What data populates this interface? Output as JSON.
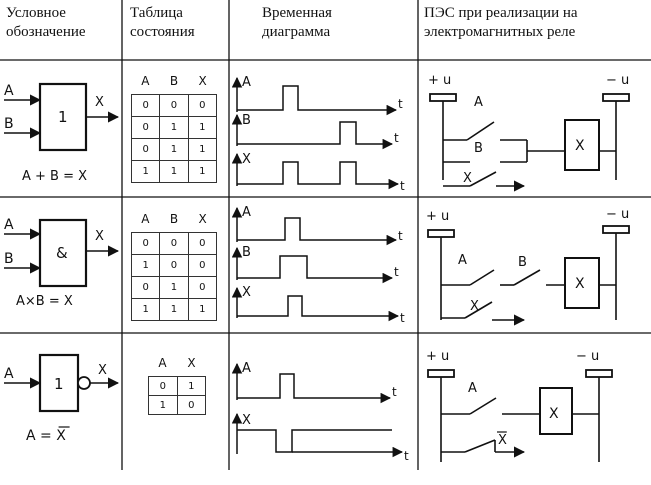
{
  "headers": {
    "col1": [
      "Условное",
      "обозначение"
    ],
    "col2": [
      "Таблица",
      "состояния"
    ],
    "col3": [
      "Временная",
      "диаграмма"
    ],
    "col4": [
      "ПЭС при реализации на",
      "электромагнитных реле"
    ]
  },
  "gates": [
    {
      "inputs": [
        "A",
        "B"
      ],
      "output": "X",
      "symbol": "1",
      "formula": "A + B = X",
      "table": {
        "columns": [
          "A",
          "B",
          "X"
        ],
        "rows": [
          [
            "0",
            "0",
            "0"
          ],
          [
            "0",
            "1",
            "1"
          ],
          [
            "0",
            "1",
            "1"
          ],
          [
            "1",
            "1",
            "1"
          ]
        ]
      },
      "timing": [
        "A",
        "B",
        "X"
      ],
      "time_axis": "t",
      "relay": {
        "plus": "+ u",
        "minus": "− u",
        "contacts": [
          "A",
          "B",
          "X"
        ],
        "coil": "X"
      }
    },
    {
      "inputs": [
        "A",
        "B"
      ],
      "output": "X",
      "symbol": "&",
      "formula": "A×B = X",
      "table": {
        "columns": [
          "A",
          "B",
          "X"
        ],
        "rows": [
          [
            "0",
            "0",
            "0"
          ],
          [
            "1",
            "0",
            "0"
          ],
          [
            "0",
            "1",
            "0"
          ],
          [
            "1",
            "1",
            "1"
          ]
        ]
      },
      "timing": [
        "A",
        "B",
        "X"
      ],
      "time_axis": "t",
      "relay": {
        "plus": "+ u",
        "minus": "− u",
        "contacts": [
          "A",
          "B",
          "X"
        ],
        "coil": "X"
      }
    },
    {
      "inputs": [
        "A"
      ],
      "output": "X",
      "symbol": "1",
      "formula": "A = X",
      "table": {
        "columns": [
          "A",
          "X"
        ],
        "rows": [
          [
            "0",
            "1"
          ],
          [
            "1",
            "0"
          ]
        ]
      },
      "timing": [
        "A",
        "X"
      ],
      "time_axis": "t",
      "relay": {
        "plus": "+ u",
        "minus": "− u",
        "contacts": [
          "A",
          "X"
        ],
        "coil": "X"
      }
    }
  ]
}
